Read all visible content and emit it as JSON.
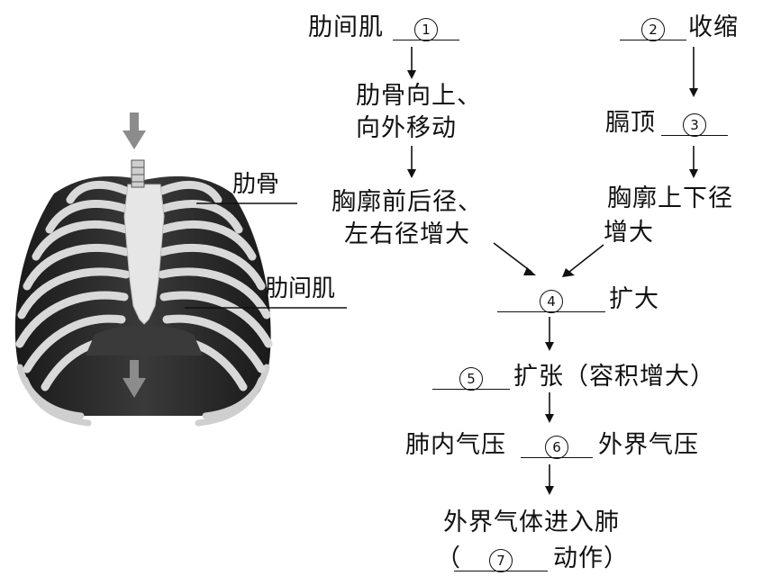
{
  "blanks": [
    "1",
    "2",
    "3",
    "4",
    "5",
    "6",
    "7"
  ],
  "left_labels": {
    "rib": "肋骨",
    "intercostal": "肋间肌"
  },
  "left_chain": {
    "start": "肋间肌",
    "step1_line1": "肋骨向上、",
    "step1_line2": "向外移动",
    "step2_line1": "胸廓前后径、",
    "step2_line2": "左右径增大"
  },
  "right_chain": {
    "start_suffix": "收缩",
    "step1_prefix": "膈顶",
    "step2_line1": "胸廓上下径",
    "step2_line2": "增大"
  },
  "center_chain": {
    "step4_suffix": "扩大",
    "step5_suffix": "扩张（容积增大）",
    "step6_prefix": "肺内气压",
    "step6_suffix": "外界气压",
    "step7_line1": "外界气体进入肺",
    "step7_open": "（",
    "step7_suffix": "动作）"
  },
  "colors": {
    "ink": "#111111",
    "rib_dark": "#2b2b2b",
    "rib_light": "#d9d9d9",
    "bone": "#e6e6e6",
    "arrow_gray": "#8c8c8c"
  }
}
